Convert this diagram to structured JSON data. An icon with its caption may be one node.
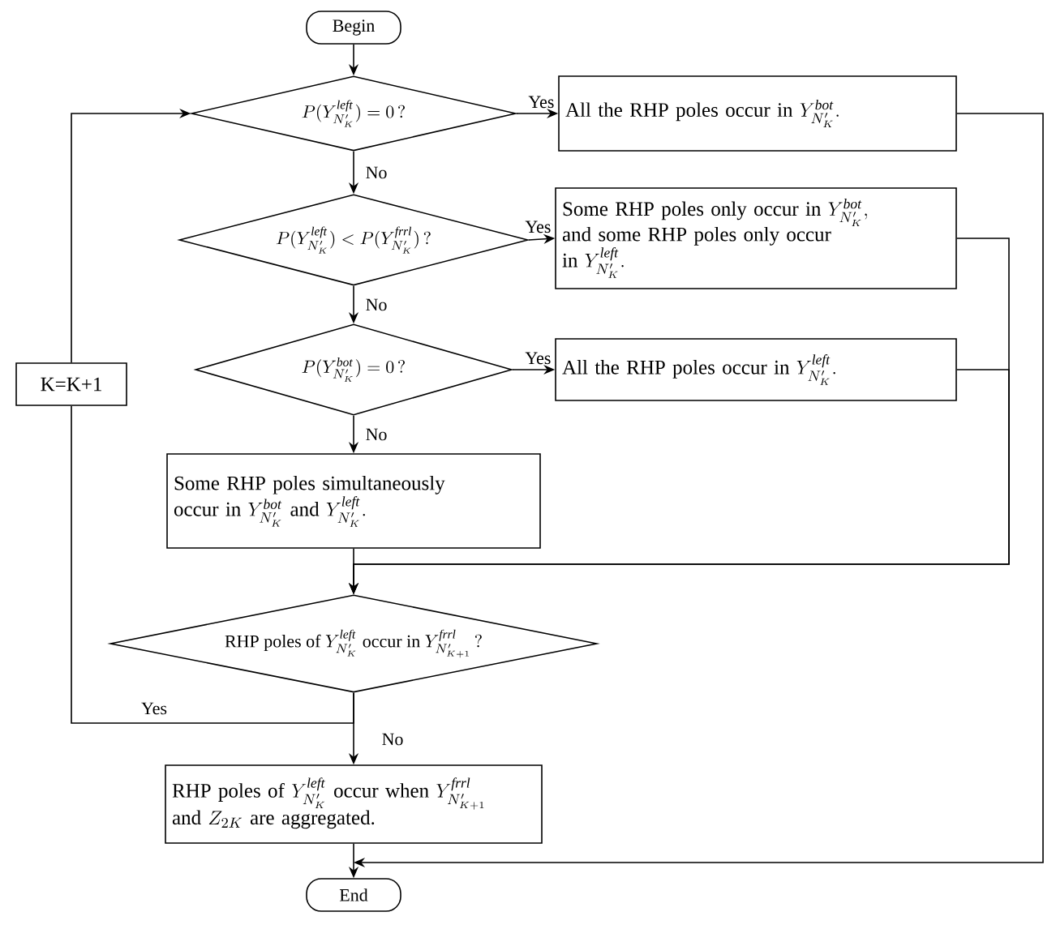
{
  "diagram": {
    "nodes": [
      {
        "text": [
          "Begin"
        ]
      },
      {
        "text": [
          "P(Y^{\\mathit{left}}_{N'_K}) = 0\\,?"
        ]
      },
      {
        "text": [
          "\\text{All the RHP poles occur in }Y^{\\mathit{bot}}_{N'_K}."
        ]
      },
      {
        "text": [
          "P(Y^{\\mathit{left}}_{N'_K}) < P(Y^{\\mathit{frrl}}_{N'_K})\\,?"
        ]
      },
      {
        "text": [
          "\\begin{array}{@{}l@{}}\\text{Some RHP poles only occur in }Y^{\\mathit{bot}}_{N'_K},\\\\ \\text{and some RHP poles only occur}\\\\ \\text{in }Y^{\\mathit{left}}_{N'_K}.\\end{array}"
        ]
      },
      {
        "text": [
          "P(Y^{\\mathit{bot}}_{N'_K}) = 0\\,?"
        ]
      },
      {
        "text": [
          "\\text{All the RHP poles occur in }Y^{\\mathit{left}}_{N'_K}."
        ]
      },
      {
        "text": [
          "\\begin{array}{@{}l@{}}\\text{Some RHP poles simultaneously}\\\\ \\text{occur in }Y^{\\mathit{bot}}_{N'_K}\\text{ and }Y^{\\mathit{left}}_{N'_K}.\\end{array}"
        ]
      },
      {
        "text": [
          "\\text{RHP poles of }Y^{\\mathit{left}}_{N'_K}\\text{ occur in }Y^{\\mathit{frrl}}_{N'_{K+1}}\\,?"
        ]
      },
      {
        "text": [
          "K=K+1"
        ]
      },
      {
        "text": [
          "\\begin{array}{@{}l@{}}\\text{RHP poles of }Y^{\\mathit{left}}_{N'_K}\\text{ occur when }Y^{\\mathit{frrl}}_{N'_{K+1}}\\\\ \\text{and }Z_{2K}\\text{ are aggregated.}\\end{array}"
        ]
      },
      {
        "text": [
          "End"
        ]
      }
    ],
    "edges": [
      {
        "from": 0,
        "to": 1,
        "arrow": "to"
      },
      {
        "from": 1,
        "to": 2,
        "arrow": "to",
        "label": "Yes"
      },
      {
        "from": 1,
        "to": 3,
        "arrow": "to",
        "label": "No"
      },
      {
        "from": 3,
        "to": 4,
        "arrow": "to",
        "label": "Yes"
      },
      {
        "from": 3,
        "to": 5,
        "arrow": "to",
        "label": "No"
      },
      {
        "from": 5,
        "to": 6,
        "arrow": "to",
        "label": "Yes"
      },
      {
        "from": 5,
        "to": 7,
        "arrow": "to",
        "label": "No"
      },
      {
        "from": 7,
        "to": 8,
        "arrow": "to"
      },
      {
        "from": 4,
        "to": 8,
        "arrow": "to"
      },
      {
        "from": 6,
        "to": 8,
        "arrow": "to"
      },
      {
        "from": 8,
        "to": 9,
        "arrow": "none",
        "label": "Yes"
      },
      {
        "from": 9,
        "to": 1,
        "arrow": "to"
      },
      {
        "from": 8,
        "to": 10,
        "arrow": "to",
        "label": "No"
      },
      {
        "from": 10,
        "to": 11,
        "arrow": "to"
      },
      {
        "from": 2,
        "to": 11,
        "arrow": "to"
      }
    ]
  }
}
